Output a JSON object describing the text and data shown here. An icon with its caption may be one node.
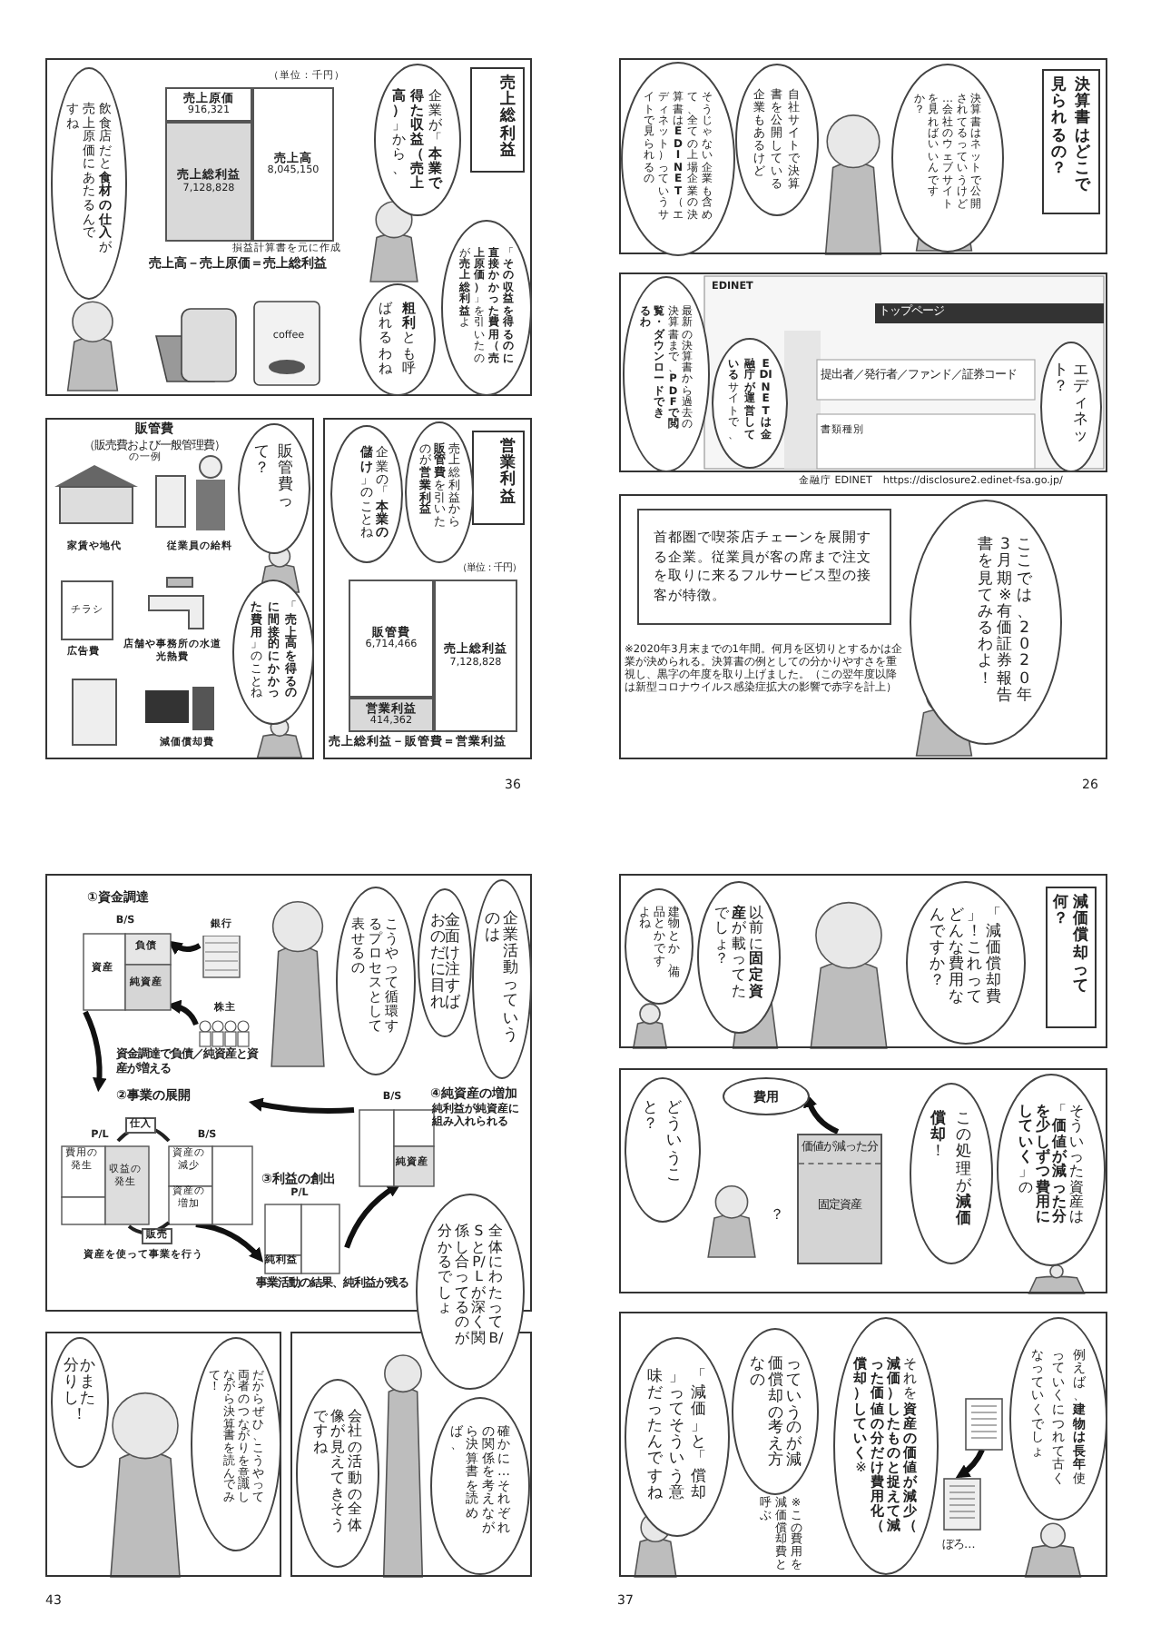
{
  "diagram": {
    "nodes": [
      {
        "text": [],
        "shape": "box"
      },
      {
        "text": [
          "売上総利益"
        ],
        "in": 0
      },
      {
        "text": [
          "企業が「**本業で得た収益（売上高）**」から、"
        ],
        "in": 0
      },
      {
        "text": [
          "「**その収益を得るのに直接かかった費用（売上原価）**」を引いたのが**売上総利益**よ"
        ],
        "in": 0
      },
      {
        "text": [
          "**粗利**とも呼ばれるわね"
        ],
        "in": 0
      },
      {
        "text": [
          "飲食店だと**食材の仕入**が売上原価にあたるんですね"
        ],
        "in": 0
      },
      {
        "text": [
          "売上原価",
          "916,321"
        ],
        "in": 0
      },
      {
        "text": [
          "売上総利益",
          "7,128,828"
        ],
        "in": 0
      },
      {
        "text": [
          "売上高",
          "8,045,150"
        ],
        "in": 0
      },
      {
        "text": [],
        "shape": "box"
      },
      {
        "text": [
          "販管費って？"
        ],
        "in": 9
      },
      {
        "text": [
          "「**売上高を得るのに間接的にかかった費用**」のことね"
        ],
        "in": 9
      },
      {
        "text": [],
        "shape": "box"
      },
      {
        "text": [
          "営業利益"
        ],
        "in": 12
      },
      {
        "text": [
          "売上総利益から**販管費**を引いたのが**営業利益**"
        ],
        "in": 12
      },
      {
        "text": [
          "企業の「**本業の儲け**」のことね"
        ],
        "in": 12
      },
      {
        "text": [
          "販管費",
          "6,714,466"
        ],
        "in": 12
      },
      {
        "text": [
          "営業利益",
          "414,362"
        ],
        "in": 12
      },
      {
        "text": [
          "売上総利益",
          "7,128,828"
        ],
        "in": 12
      },
      {
        "text": [],
        "shape": "box"
      },
      {
        "text": [
          "決算書はどこで見られるの？"
        ],
        "in": 19
      },
      {
        "text": [
          "決算書はネットで公開されてるっていうけど…会社のウェブサイトを見ればいいんですか？"
        ],
        "in": 19
      },
      {
        "text": [
          "自社サイトで決算書を公開している企業もあるけど"
        ],
        "in": 19
      },
      {
        "text": [
          "そうじゃない企業も含めて、全ての上場企業の決算書は**EDINET**（エディネット）っていうサイトで見られるの"
        ],
        "in": 19
      },
      {
        "text": [],
        "shape": "box"
      },
      {
        "text": [
          "最新の決算書から過去の決算書まで、**PDFで閲覧・ダウンロードできるわ**"
        ],
        "in": 24
      },
      {
        "text": [
          "**EDINETは金融庁が運営している**サイトで、"
        ],
        "in": 24
      },
      {
        "text": [
          "エディネット？"
        ],
        "in": 24
      },
      {
        "text": [],
        "shape": "box"
      },
      {
        "text": [
          "首都圏で喫茶店チェーンを展開する企業。従業員が客の席まで注文を取りに来るフルサービス型の接客が特徴。"
        ],
        "in": 28
      },
      {
        "text": [
          "ここでは、2020年3月期※有価証券報告書を見てみるわよ！"
        ],
        "in": 28
      },
      {
        "text": [],
        "shape": "box"
      },
      {
        "text": [
          "企業活動っていうのは"
        ],
        "in": 31
      },
      {
        "text": [
          "お金の面だけに注目すれば"
        ],
        "in": 31
      },
      {
        "text": [
          "こうやって循環するプロセスとして表せるの"
        ],
        "in": 31
      },
      {
        "text": [
          "①資金調達"
        ],
        "in": 31
      },
      {
        "text": [
          "銀行"
        ],
        "in": 31
      },
      {
        "text": [
          "株主"
        ],
        "in": 31
      },
      {
        "text": [
          "②事業の展開"
        ],
        "in": 31
      },
      {
        "text": [
          "③利益の創出"
        ],
        "in": 31
      },
      {
        "text": [
          "④純資産の増加",
          "純利益が純資産に組み入れられる"
        ],
        "in": 31
      },
      {
        "text": [
          "全体にわたってB/SとP/Lが深く関係し合ってるのが分かるでしょ"
        ]
      },
      {
        "text": [],
        "shape": "box"
      },
      {
        "text": [],
        "shape": "box"
      },
      {
        "text": [
          "分かりました！"
        ],
        "in": 42
      },
      {
        "text": [
          "だからぜひ、こうやって両者のつながりを意識しながら決算書を読んでみて！"
        ],
        "in": 42
      },
      {
        "text": [
          "会社の活動の全体像が見えてきそうですね"
        ],
        "in": 43
      },
      {
        "text": [
          "確かに…それぞれの関係を考えながら決算書を読めば、"
        ],
        "in": 43
      },
      {
        "text": [],
        "shape": "box"
      },
      {
        "text": [
          "減価償却って何？"
        ],
        "in": 48
      },
      {
        "text": [
          "「減価償却費」！これってどんな費用なんですか？"
        ],
        "in": 48
      },
      {
        "text": [
          "以前に**固定資産**が載ってたでしょ？"
        ],
        "in": 48
      },
      {
        "text": [
          "建物とか、備品とかですよね"
        ],
        "in": 48
      },
      {
        "text": [],
        "shape": "box"
      },
      {
        "text": [
          "そういった資産は「**価値が減った分を少しずつ費用にしていく**」の"
        ],
        "in": 53
      },
      {
        "text": [
          "この処理が**減価償却**！"
        ],
        "in": 53
      },
      {
        "text": [
          "どういうこと？"
        ],
        "in": 53
      },
      {
        "text": [
          "費用"
        ],
        "in": 53
      },
      {
        "text": [
          "価値が減った分",
          "固定資産"
        ],
        "in": 53
      },
      {
        "text": [],
        "shape": "box"
      },
      {
        "text": [
          "例えば、**建物は長年**使っていくにつれて古くなっていくでしょ"
        ],
        "in": 59
      },
      {
        "text": [
          "それを**資産の価値が減少（減価）したものと捉えて減った価値の分だけ費用化（償却）していく**※"
        ],
        "in": 59
      },
      {
        "text": [
          "っていうのが減価償却の考え方なの"
        ],
        "in": 59
      },
      {
        "text": [
          "「減価」と「償却」ってそういう意味だったんですね"
        ],
        "in": 59
      },
      {
        "text": [],
        "shape": "picture",
        "in": 59
      },
      {
        "text": [],
        "shape": "picture",
        "in": 59
      }
    ],
    "edges": [
      {
        "from": 36,
        "to": 35,
        "arrow": "to"
      },
      {
        "from": 37,
        "to": 35,
        "arrow": "to"
      },
      {
        "from": 35,
        "to": 38,
        "arrow": "to"
      },
      {
        "from": 38,
        "to": 39,
        "arrow": "to"
      },
      {
        "from": 39,
        "to": 40,
        "arrow": "to"
      },
      {
        "from": 40,
        "to": 38,
        "arrow": "to"
      },
      {
        "from": 58,
        "to": 57,
        "arrow": "to"
      },
      {
        "from": 64,
        "to": 65,
        "arrow": "to"
      }
    ],
    "labels": [
      "（単位：千円）",
      "損益計算書を元に作成",
      "売上高－売上原価＝売上総利益",
      "coffee",
      "販管費",
      "（販売費および一般管理費）",
      "の一例",
      "家賃や地代",
      "従業員の給料",
      "チラシ",
      "広告費",
      "店舗や事務所の水道光熱費",
      "減価償却費",
      "（単位：千円）",
      "売上総利益－販管費＝営業利益",
      "36",
      "EDINET",
      "トップページ",
      "提出者／発行者／ファンド／証券コード",
      "書類種別",
      "金融庁 EDINET　https://disclosure2.edinet-fsa.go.jp/",
      "※2020年3月末までの1年間。何月を区切りとするかは企業が決められる。決算書の例としての分かりやすさを重視し、黒字の年度を取り上げました。（この翌年度以降は新型コロナウイルス感染症拡大の影響で赤字を計上）",
      "26",
      "B/S",
      "資産",
      "負債",
      "純資産",
      "資金調達で負債／純資産と資産が増える",
      "P/L",
      "B/S",
      "仕入",
      "費用の発生",
      "収益の発生",
      "資産の減少",
      "資産の増加",
      "販売",
      "資産を使って事業を行う",
      "P/L",
      "純利益",
      "事業活動の結果、純利益が残る",
      "B/S",
      "純資産",
      "43",
      "？",
      "※この費用を減価償却費と呼ぶ",
      "ぼろ…",
      "37"
    ]
  }
}
